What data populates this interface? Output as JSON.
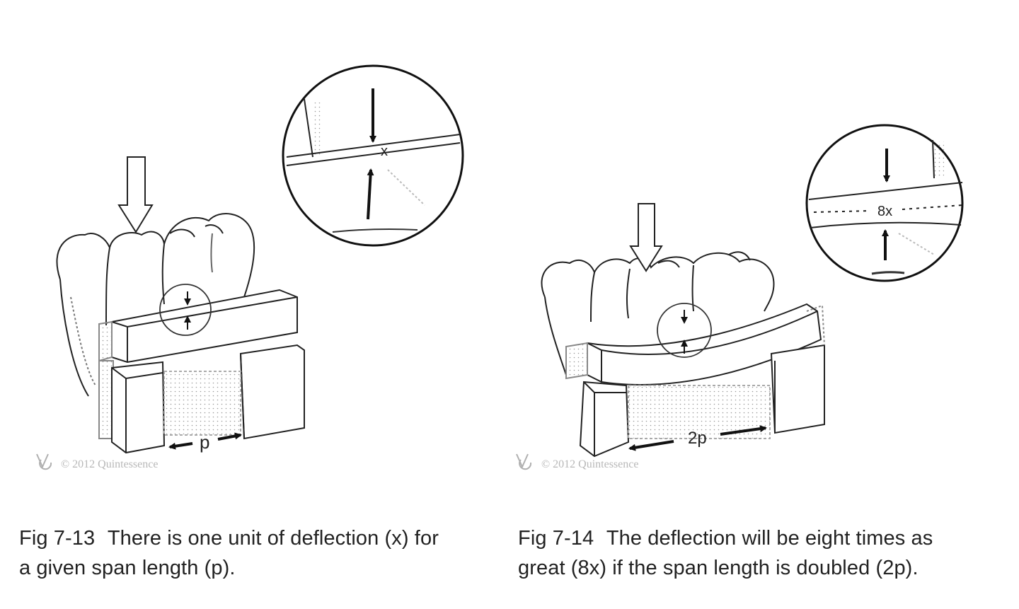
{
  "figures": [
    {
      "id": "fig-7-13",
      "number": "Fig 7-13",
      "caption_line1": "There is one unit of deflection (x) for",
      "caption_line2": "a given span length (p).",
      "span_label": "p",
      "deflection_label": "x",
      "copyright": "© 2012 Quintessence"
    },
    {
      "id": "fig-7-14",
      "number": "Fig 7-14",
      "caption_line1": "The deflection will be eight times as",
      "caption_line2": "great (8x) if the span length is doubled (2p).",
      "span_label": "2p",
      "deflection_label": "8x",
      "copyright": "© 2012 Quintessence"
    }
  ]
}
